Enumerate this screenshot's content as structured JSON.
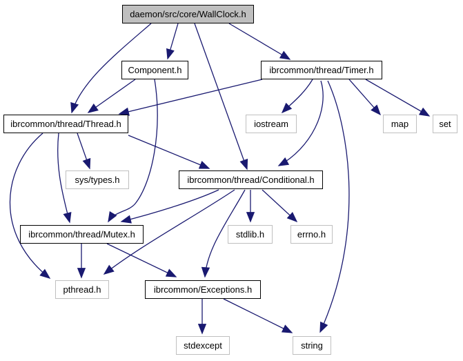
{
  "diagram": {
    "type": "include-dependency-graph",
    "root": "daemon/src/core/WallClock.h",
    "colors": {
      "edge": "#191970",
      "documented_border": "#000000",
      "external_border": "#bfbfbf",
      "root_fill": "#bfbfbf",
      "node_fill": "#ffffff",
      "text": "#000000"
    },
    "nodes": [
      {
        "id": "wallclock",
        "label": "daemon/src/core/WallClock.h",
        "kind": "root"
      },
      {
        "id": "component",
        "label": "Component.h",
        "kind": "documented"
      },
      {
        "id": "timer",
        "label": "ibrcommon/thread/Timer.h",
        "kind": "documented"
      },
      {
        "id": "thread",
        "label": "ibrcommon/thread/Thread.h",
        "kind": "documented"
      },
      {
        "id": "iostream",
        "label": "iostream",
        "kind": "external"
      },
      {
        "id": "map",
        "label": "map",
        "kind": "external"
      },
      {
        "id": "set",
        "label": "set",
        "kind": "external"
      },
      {
        "id": "systypes",
        "label": "sys/types.h",
        "kind": "external"
      },
      {
        "id": "conditional",
        "label": "ibrcommon/thread/Conditional.h",
        "kind": "documented"
      },
      {
        "id": "mutex",
        "label": "ibrcommon/thread/Mutex.h",
        "kind": "documented"
      },
      {
        "id": "stdlib",
        "label": "stdlib.h",
        "kind": "external"
      },
      {
        "id": "errno",
        "label": "errno.h",
        "kind": "external"
      },
      {
        "id": "pthread",
        "label": "pthread.h",
        "kind": "external"
      },
      {
        "id": "exceptions",
        "label": "ibrcommon/Exceptions.h",
        "kind": "documented"
      },
      {
        "id": "stdexcept",
        "label": "stdexcept",
        "kind": "external"
      },
      {
        "id": "string",
        "label": "string",
        "kind": "external"
      }
    ],
    "edges": [
      {
        "from": "wallclock",
        "to": "component"
      },
      {
        "from": "wallclock",
        "to": "timer"
      },
      {
        "from": "wallclock",
        "to": "thread"
      },
      {
        "from": "wallclock",
        "to": "conditional"
      },
      {
        "from": "component",
        "to": "thread"
      },
      {
        "from": "component",
        "to": "mutex"
      },
      {
        "from": "timer",
        "to": "thread"
      },
      {
        "from": "timer",
        "to": "iostream"
      },
      {
        "from": "timer",
        "to": "conditional"
      },
      {
        "from": "timer",
        "to": "map"
      },
      {
        "from": "timer",
        "to": "set"
      },
      {
        "from": "timer",
        "to": "string"
      },
      {
        "from": "thread",
        "to": "systypes"
      },
      {
        "from": "thread",
        "to": "conditional"
      },
      {
        "from": "thread",
        "to": "mutex"
      },
      {
        "from": "thread",
        "to": "pthread"
      },
      {
        "from": "conditional",
        "to": "mutex"
      },
      {
        "from": "conditional",
        "to": "pthread"
      },
      {
        "from": "conditional",
        "to": "stdlib"
      },
      {
        "from": "conditional",
        "to": "errno"
      },
      {
        "from": "conditional",
        "to": "exceptions"
      },
      {
        "from": "mutex",
        "to": "pthread"
      },
      {
        "from": "mutex",
        "to": "exceptions"
      },
      {
        "from": "exceptions",
        "to": "stdexcept"
      },
      {
        "from": "exceptions",
        "to": "string"
      }
    ]
  }
}
